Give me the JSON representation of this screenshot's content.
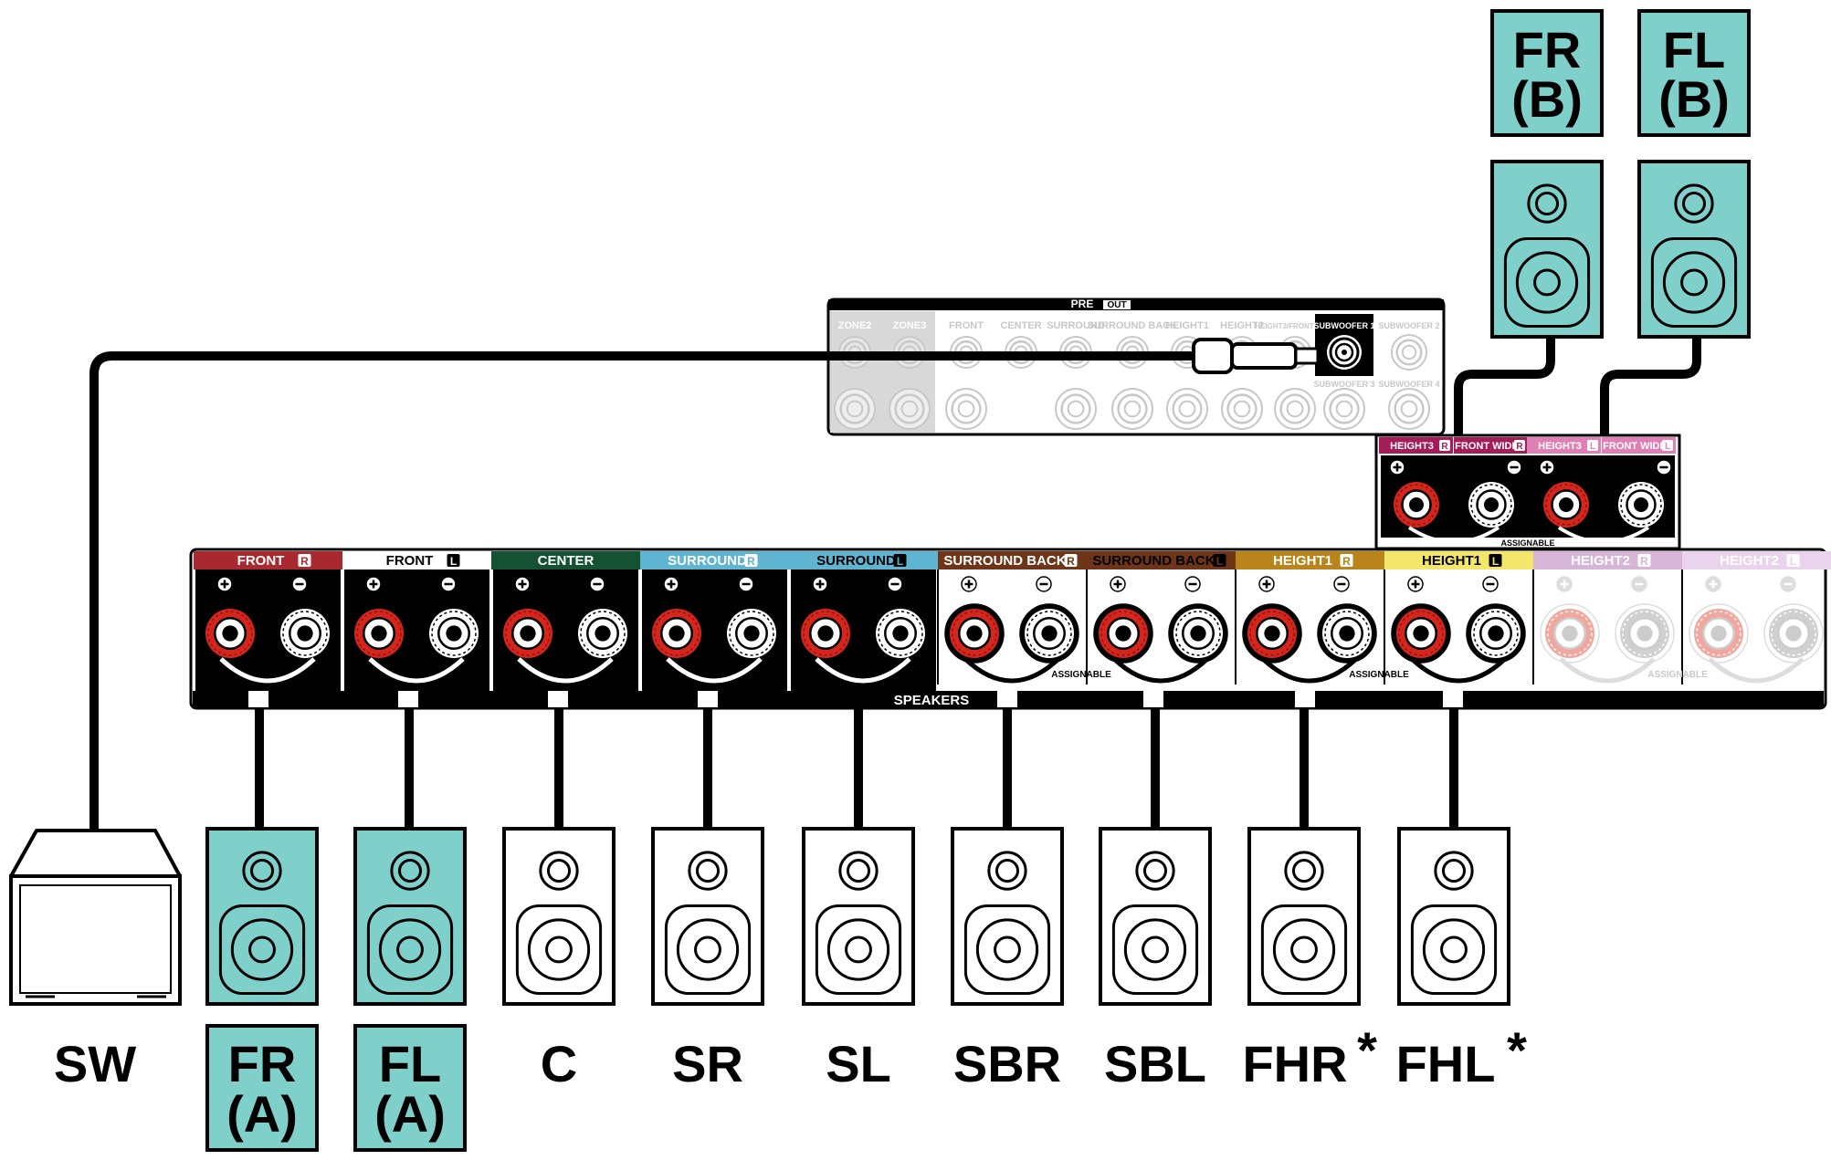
{
  "colors": {
    "teal": "#7fcfcb",
    "jack_red": "#d4261d",
    "panel_black": "#000000",
    "faded": "#c8c8c8",
    "front": "#a82930",
    "center": "#155234",
    "surround": "#5fb4d1",
    "surround_back": "#6f3518",
    "height1": "#b8841b",
    "height1_l": "#f4e56b",
    "height2": "#d7b5d9",
    "height3": "#a51d58",
    "height3_l": "#e07fb5"
  },
  "preout": {
    "title": "PRE",
    "title_tag": "OUT",
    "labels": [
      "ZONE2",
      "ZONE3",
      "FRONT",
      "CENTER",
      "SURROUND",
      "SURROUND BACK",
      "HEIGHT1",
      "HEIGHT2",
      "HEIGHT3/FRONT WIDE"
    ],
    "sub1": "SUBWOOFER 1",
    "sub2": "SUBWOOFER 2",
    "sub3": "SUBWOOFER 3",
    "sub4": "SUBWOOFER 4"
  },
  "top_block": {
    "labels": [
      "HEIGHT3",
      "FRONT WIDE",
      "HEIGHT3",
      "FRONT WIDE"
    ],
    "badges": [
      "R",
      "R",
      "L",
      "L"
    ],
    "assignable": "ASSIGNABLE"
  },
  "speaker_panel": {
    "labels": [
      "FRONT",
      "FRONT",
      "CENTER",
      "SURROUND",
      "SURROUND",
      "SURROUND BACK",
      "SURROUND BACK",
      "HEIGHT1",
      "HEIGHT1",
      "HEIGHT2",
      "HEIGHT2"
    ],
    "badges": [
      "R",
      "L",
      "",
      "R",
      "L",
      "R",
      "L",
      "R",
      "L",
      "R",
      "L"
    ],
    "speakers_label": "SPEAKERS",
    "assignable": "ASSIGNABLE"
  },
  "speaker_labels": {
    "sw": "SW",
    "fr_a": [
      "FR",
      "(A)"
    ],
    "fl_a": [
      "FL",
      "(A)"
    ],
    "c": "C",
    "sr": "SR",
    "sl": "SL",
    "sbr": "SBR",
    "sbl": "SBL",
    "fhr": "FHR",
    "fhl": "FHL",
    "asterisk": "*",
    "fr_b": [
      "FR",
      "(B)"
    ],
    "fl_b": [
      "FL",
      "(B)"
    ]
  }
}
